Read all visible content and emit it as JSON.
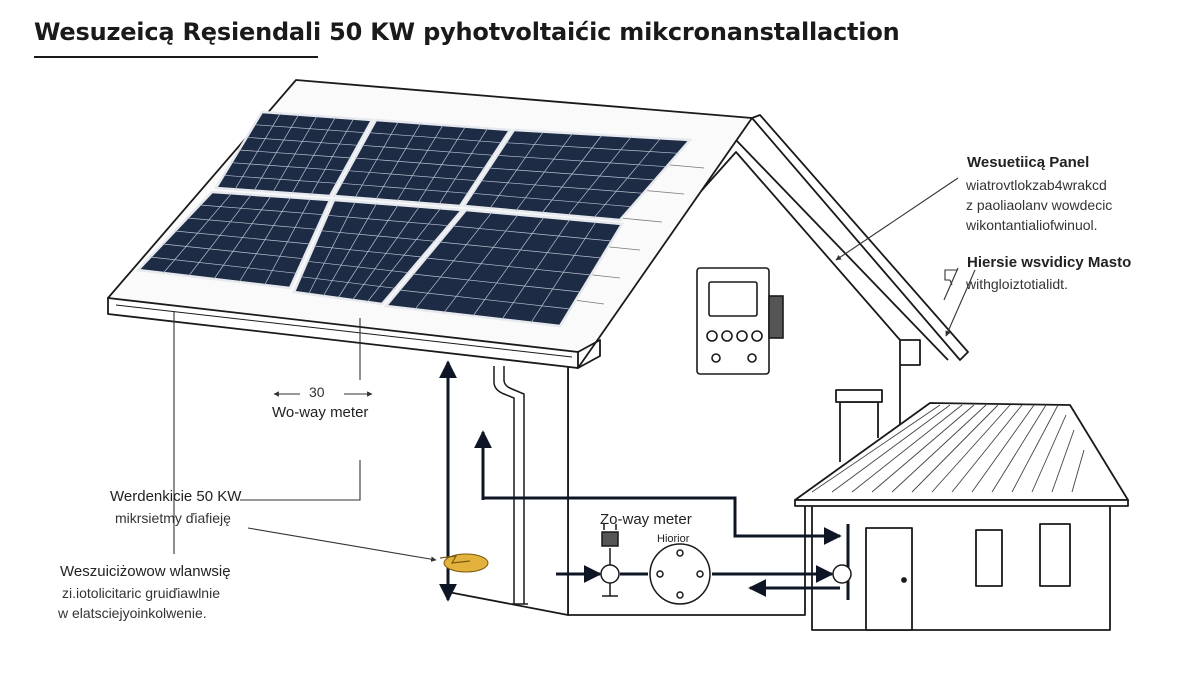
{
  "title": "Wesuzeicą Ręsiendali 50 KW  pyhotvoltaićic mikcronanstallaction",
  "callouts": {
    "panel": {
      "heading": "Wesuetiicą Panel",
      "lines": [
        "wiatrovtlokzab4wrakcd",
        "z paoliaolanv wowdecic",
        "wikontantialiofwinuol."
      ]
    },
    "mast": {
      "heading": "Hiersie wsvidicy Masto",
      "lines": [
        "withgloiztotialidt."
      ]
    },
    "dimension": {
      "value": "30",
      "label": "Wo-way meter"
    },
    "system": {
      "heading": "Werdenkicie 50 KW",
      "line": "mikrsietmy ďiafieję"
    },
    "lightning": {
      "heading": "Weszuiciżowow wlanwsię",
      "lines": [
        "zi.iotolicitaric gruiďiawlnie",
        "w elatsciejyoinkolwenie."
      ]
    },
    "meter": {
      "heading": "Zo-way meter",
      "sub": "Hiorior"
    }
  },
  "colors": {
    "panel_cell": "#1e2b45",
    "panel_grid": "#b8c2d0",
    "line": "#1a1a1a",
    "arrow": "#0e1525",
    "bolt": "#e3b23c"
  }
}
